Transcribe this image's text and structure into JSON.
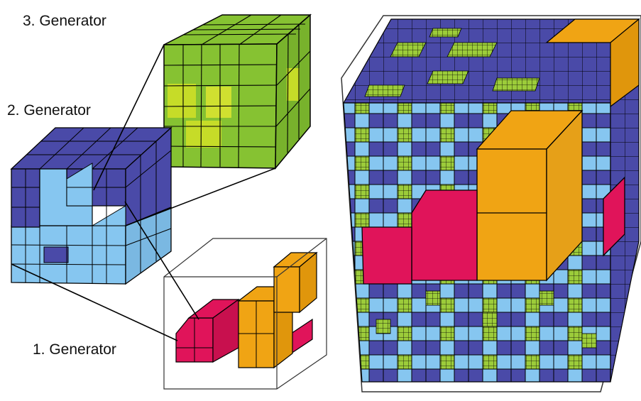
{
  "labels": {
    "generator_3": "3. Generator",
    "generator_2": "2. Generator",
    "generator_1": "1. Generator"
  },
  "colors": {
    "green": "#86c232",
    "lime": "#c6dc28",
    "blue": "#4a4aa8",
    "lightblue": "#86c6f0",
    "red": "#e0145a",
    "orange": "#f0a414",
    "frame": "#555555"
  }
}
